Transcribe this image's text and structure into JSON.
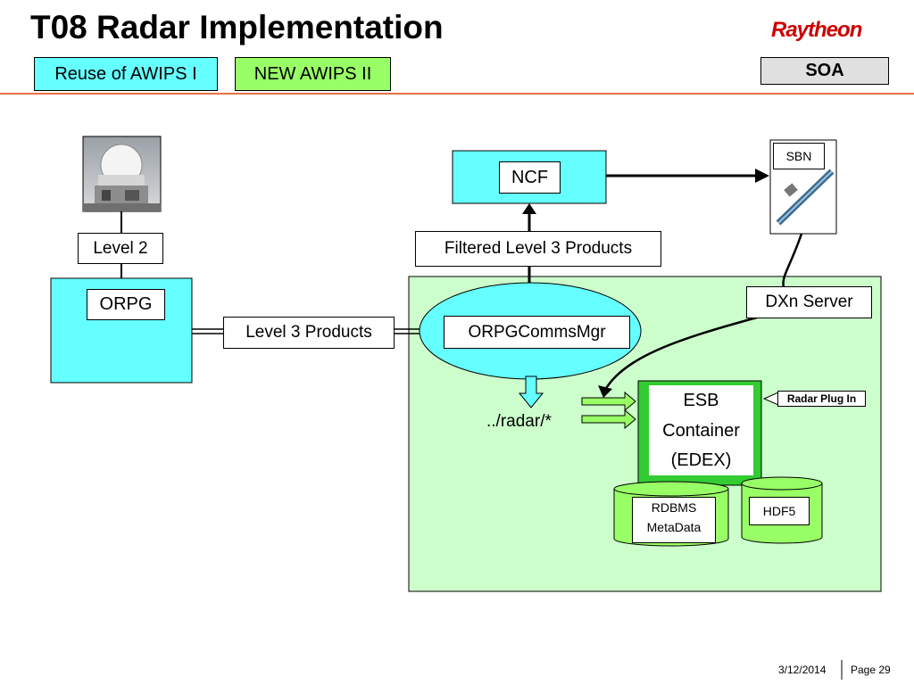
{
  "header": {
    "title": "T08 Radar Implementation",
    "logo": "Raytheon",
    "legend_reuse": "Reuse of AWIPS I",
    "legend_new": "NEW AWIPS II",
    "soa": "SOA"
  },
  "diagram": {
    "level2": "Level 2",
    "orpg": "ORPG",
    "level3_products": "Level 3 Products",
    "ncf": "NCF",
    "filtered_level3": "Filtered Level 3 Products",
    "sbn": "SBN",
    "dxn_server": "DXn Server",
    "orpg_comms_mgr": "ORPGCommsMgr",
    "radar_path": "../radar/*",
    "esb_line1": "ESB",
    "esb_line2": "Container",
    "esb_line3": "(EDEX)",
    "radar_plugin": "Radar Plug In",
    "rdbms_line1": "RDBMS",
    "rdbms_line2": "MetaData",
    "hdf5": "HDF5"
  },
  "colors": {
    "reuse": "#66ffff",
    "new": "#99ff66",
    "soa_area": "#ccffcc",
    "esb_border": "#33cc33",
    "db": "#99ff66"
  },
  "footer": {
    "date": "3/12/2014",
    "page": "Page 29"
  }
}
